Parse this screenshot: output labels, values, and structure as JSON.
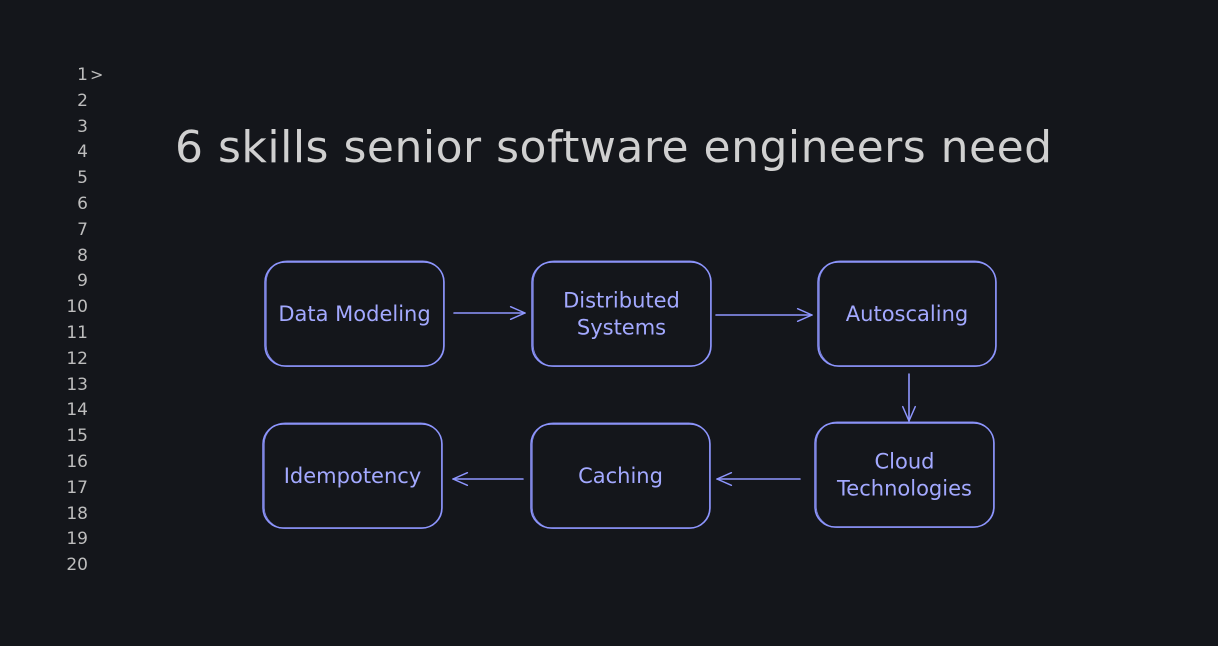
{
  "editor": {
    "line_numbers": [
      "1",
      "2",
      "3",
      "4",
      "5",
      "6",
      "7",
      "8",
      "9",
      "10",
      "11",
      "12",
      "13",
      "14",
      "15",
      "16",
      "17",
      "18",
      "19",
      "20"
    ],
    "fold_marker": ">"
  },
  "title": "6 skills senior software engineers need",
  "diagram": {
    "stroke_color": "#8e96ff",
    "text_color": "#a3a9ff",
    "nodes": [
      {
        "id": "data-modeling",
        "lines": [
          "Data Modeling"
        ]
      },
      {
        "id": "distributed-systems",
        "lines": [
          "Distributed",
          "Systems"
        ]
      },
      {
        "id": "autoscaling",
        "lines": [
          "Autoscaling"
        ]
      },
      {
        "id": "cloud-technologies",
        "lines": [
          "Cloud",
          "Technologies"
        ]
      },
      {
        "id": "caching",
        "lines": [
          "Caching"
        ]
      },
      {
        "id": "idempotency",
        "lines": [
          "Idempotency"
        ]
      }
    ],
    "edges": [
      {
        "from": "data-modeling",
        "to": "distributed-systems"
      },
      {
        "from": "distributed-systems",
        "to": "autoscaling"
      },
      {
        "from": "autoscaling",
        "to": "cloud-technologies"
      },
      {
        "from": "cloud-technologies",
        "to": "caching"
      },
      {
        "from": "caching",
        "to": "idempotency"
      }
    ]
  }
}
